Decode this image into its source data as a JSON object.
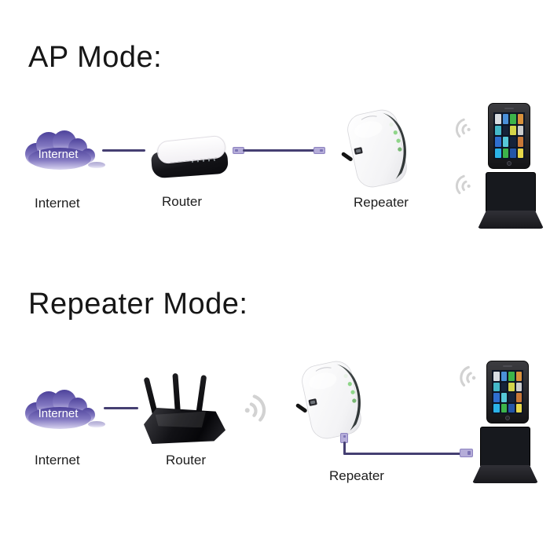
{
  "ap_mode": {
    "title": "AP Mode:",
    "cloud_label": "Internet",
    "internet_caption": "Internet",
    "router_caption": "Router",
    "repeater_caption": "Repeater"
  },
  "repeater_mode": {
    "title": "Repeater Mode:",
    "cloud_label": "Internet",
    "internet_caption": "Internet",
    "router_caption": "Router",
    "repeater_caption": "Repeater"
  },
  "colors": {
    "background": "#ffffff",
    "title_text": "#161616",
    "caption_text": "#1d1d1d",
    "cloud_top": "#4d429b",
    "cloud_bottom": "#cac4e8",
    "cloud_text": "#ffffff",
    "link_line": "#453f72",
    "cable_connector": "#b5add9",
    "wifi_wave": "#d2d2d2",
    "repeater_led_green": "#8fd589",
    "laptop_screen_blue": "#2c5ea8"
  },
  "icons": {
    "cloud": "internet-cloud",
    "wifi": "wifi-signal-waves",
    "cable": "ethernet-cable",
    "router_flat": "desktop-router",
    "router_antenna": "antenna-router",
    "repeater": "wall-plug-repeater",
    "phone": "smartphone",
    "laptop": "laptop"
  }
}
